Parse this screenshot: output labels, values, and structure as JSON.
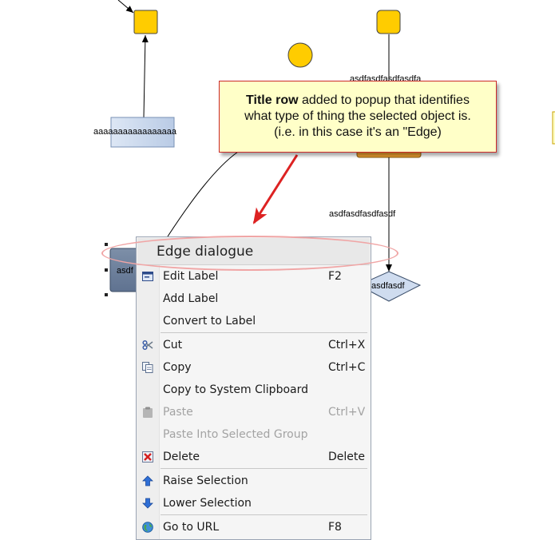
{
  "diagram": {
    "labels": {
      "top_left_box_label": "aaaaaaaaaaaaaaaaa",
      "edge_label_top": "asdfasdfasdfasdfa",
      "edge_label_mid": "asdfasdfasdfasdf",
      "diamond_label": "asdfasdf",
      "selected_node_label": "asdf"
    }
  },
  "callout": {
    "bold": "Title row",
    "text_line1_rest": " added to popup that identifies",
    "text_line2": "what type of thing the selected object is.",
    "text_line3": "(i.e. in this case it's an \"Edge)"
  },
  "context_menu": {
    "title": "Edge dialogue",
    "items": [
      {
        "label": "Edit Label",
        "shortcut": "F2",
        "icon": "edit-label-icon",
        "disabled": false
      },
      {
        "label": "Add Label",
        "shortcut": "",
        "icon": "",
        "disabled": false
      },
      {
        "label": "Convert to Label",
        "shortcut": "",
        "icon": "",
        "disabled": false
      },
      {
        "label": "Cut",
        "shortcut": "Ctrl+X",
        "icon": "scissors-icon",
        "disabled": false
      },
      {
        "label": "Copy",
        "shortcut": "Ctrl+C",
        "icon": "copy-icon",
        "disabled": false
      },
      {
        "label": "Copy to System Clipboard",
        "shortcut": "",
        "icon": "",
        "disabled": false
      },
      {
        "label": "Paste",
        "shortcut": "Ctrl+V",
        "icon": "paste-icon",
        "disabled": true
      },
      {
        "label": "Paste Into Selected Group",
        "shortcut": "",
        "icon": "",
        "disabled": true
      },
      {
        "label": "Delete",
        "shortcut": "Delete",
        "icon": "delete-icon",
        "disabled": false
      },
      {
        "label": "Raise Selection",
        "shortcut": "",
        "icon": "arrow-up-icon",
        "disabled": false
      },
      {
        "label": "Lower Selection",
        "shortcut": "",
        "icon": "arrow-down-icon",
        "disabled": false
      },
      {
        "label": "Go to URL",
        "shortcut": "F8",
        "icon": "globe-icon",
        "disabled": false
      }
    ]
  },
  "colors": {
    "node_yellow": "#ffcc00",
    "node_blue": "#cfdcef",
    "node_orange": "#f0a030",
    "callout_bg": "#ffffc8",
    "callout_border": "#cc2a2a",
    "arrow_red": "#dd2222",
    "highlight_ellipse": "#f0a5a5"
  }
}
